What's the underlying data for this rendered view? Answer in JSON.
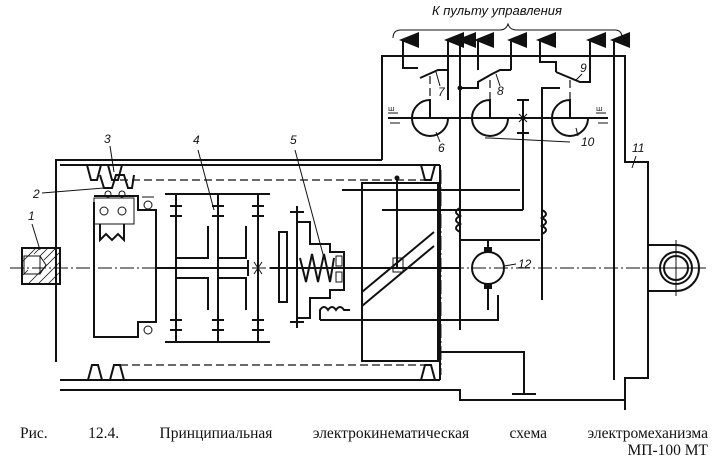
{
  "diagram": {
    "top_label": "К пульту управления",
    "parts": {
      "p1": "1",
      "p2": "2",
      "p3": "3",
      "p4": "4",
      "p5": "5",
      "p6": "6",
      "p7": "7",
      "p8": "8",
      "p9": "9",
      "p10": "10",
      "p11": "11",
      "p12": "12"
    }
  },
  "caption": {
    "fig": "Рис.",
    "number": "12.4.",
    "w1": "Принципиальная",
    "w2": "электрокинематическая",
    "w3": "схема",
    "w4": "электромеханизма",
    "model": "МП-100 МТ"
  }
}
